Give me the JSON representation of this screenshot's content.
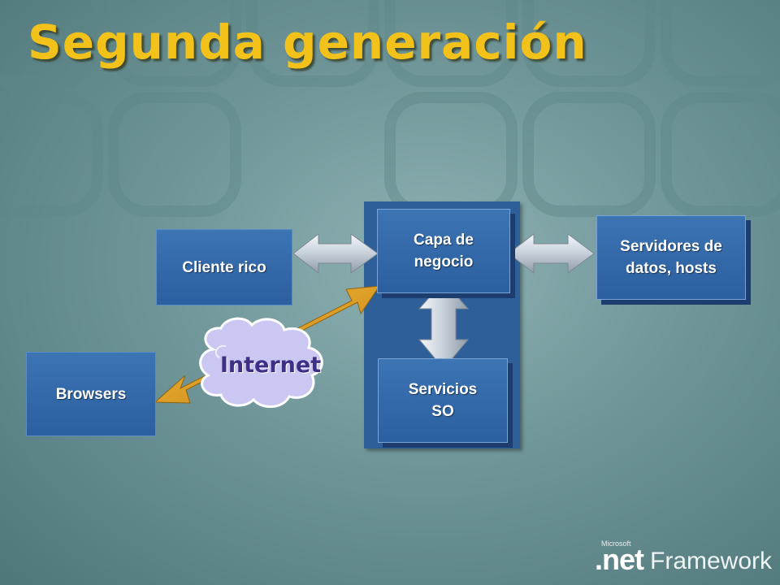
{
  "slide": {
    "title": "Segunda generación"
  },
  "diagram": {
    "cliente": "Cliente rico",
    "browsers": "Browsers",
    "capa_line1": "Capa de",
    "capa_line2": "negocio",
    "servicios_line1": "Servicios",
    "servicios_line2": "SO",
    "servidores_line1": "Servidores de",
    "servidores_line2": "datos, hosts",
    "internet": "Internet"
  },
  "logo": {
    "microsoft": "Microsoft",
    "net": ".net",
    "framework": "Framework"
  },
  "colors": {
    "title": "#f2c21a",
    "box": "#2f5f99",
    "arrow_gold": "#e0a72c",
    "arrow_silver": "#c9d2dc",
    "cloud": "#c7c6f2",
    "internet_text": "#3f2f86"
  }
}
